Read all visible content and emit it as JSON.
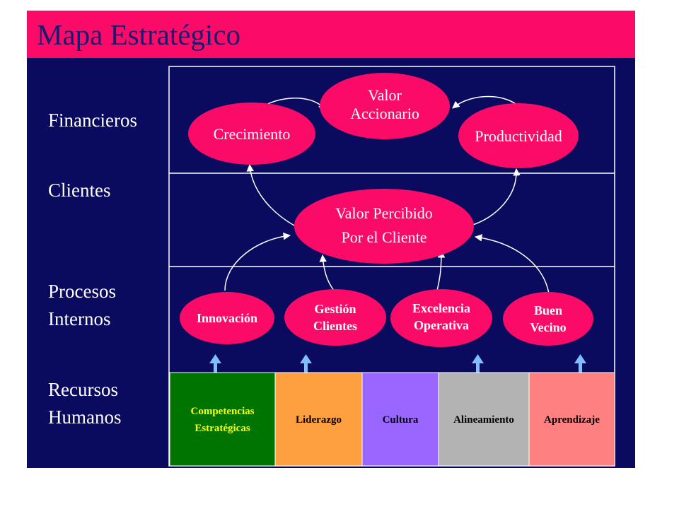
{
  "title": "Mapa Estratégico",
  "rows": {
    "financieros": "Financieros",
    "clientes": "Clientes",
    "procesos": [
      "Procesos",
      "Internos"
    ],
    "recursos": [
      "Recursos",
      "Humanos"
    ]
  },
  "nodes": {
    "valor_accionario": [
      "Valor",
      "Accionario"
    ],
    "crecimiento": [
      "Crecimiento"
    ],
    "productividad": [
      "Productividad"
    ],
    "valor_percibido": [
      "Valor Percibido",
      "Por el Cliente"
    ],
    "innovacion": [
      "Innovación"
    ],
    "gestion_clientes": [
      "Gestión",
      "Clientes"
    ],
    "excelencia_operativa": [
      "Excelencia",
      "Operativa"
    ],
    "buen_vecino": [
      "Buen",
      "Vecino"
    ]
  },
  "resources": [
    {
      "label": [
        "Competencias",
        "Estratégicas"
      ],
      "color": "#007400",
      "text_color": "#ffff00"
    },
    {
      "label": [
        "Liderazgo"
      ],
      "color": "#ffa040",
      "text_color": "#000000"
    },
    {
      "label": [
        "Cultura"
      ],
      "color": "#9966ff",
      "text_color": "#000000"
    },
    {
      "label": [
        "Alineamiento"
      ],
      "color": "#b3b3b3",
      "text_color": "#000000"
    },
    {
      "label": [
        "Aprendizaje"
      ],
      "color": "#ff8080",
      "text_color": "#000000"
    }
  ],
  "colors": {
    "node": "#fb0b68",
    "background": "#0a0a5e",
    "title_bar": "#fb0b68",
    "up_arrow": "#7fbfff"
  }
}
